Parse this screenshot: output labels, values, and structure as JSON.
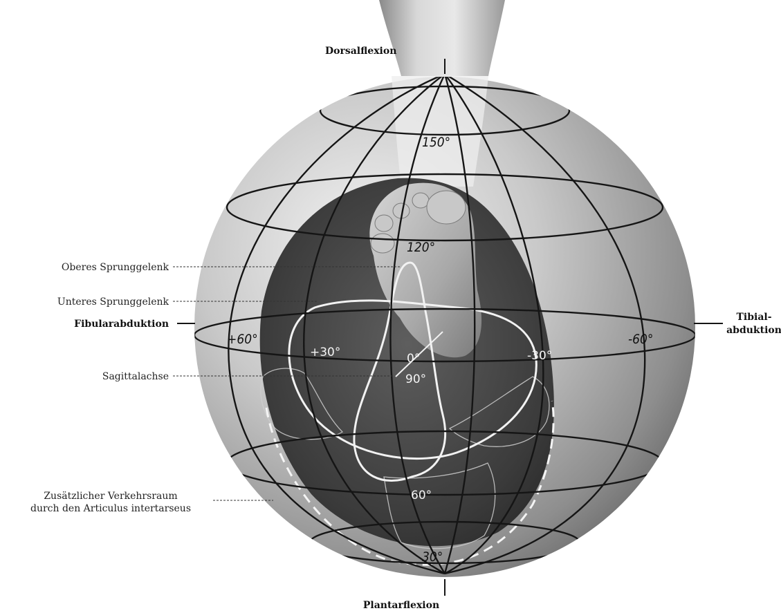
{
  "figure": {
    "labels": {
      "top": "Dorsalflexion",
      "bottom": "Plantarflexion",
      "left": "Fibularabduktion",
      "right_line1": "Tibial-",
      "right_line2": "abduktion"
    },
    "annotations": [
      "Oberes Sprunggelenk",
      "Unteres Sprunggelenk",
      "Sagittalachse",
      "Zusätzlicher Verkehrsraum",
      "durch den Articulus intertarseus"
    ],
    "degree_marks": {
      "d150": "150°",
      "d120": "120°",
      "d0": "0°",
      "d90": "90°",
      "d60": "60°",
      "d30": "30°",
      "plus60": "+60°",
      "plus30": "+30°",
      "minus30": "-30°",
      "minus60": "-60°"
    }
  }
}
